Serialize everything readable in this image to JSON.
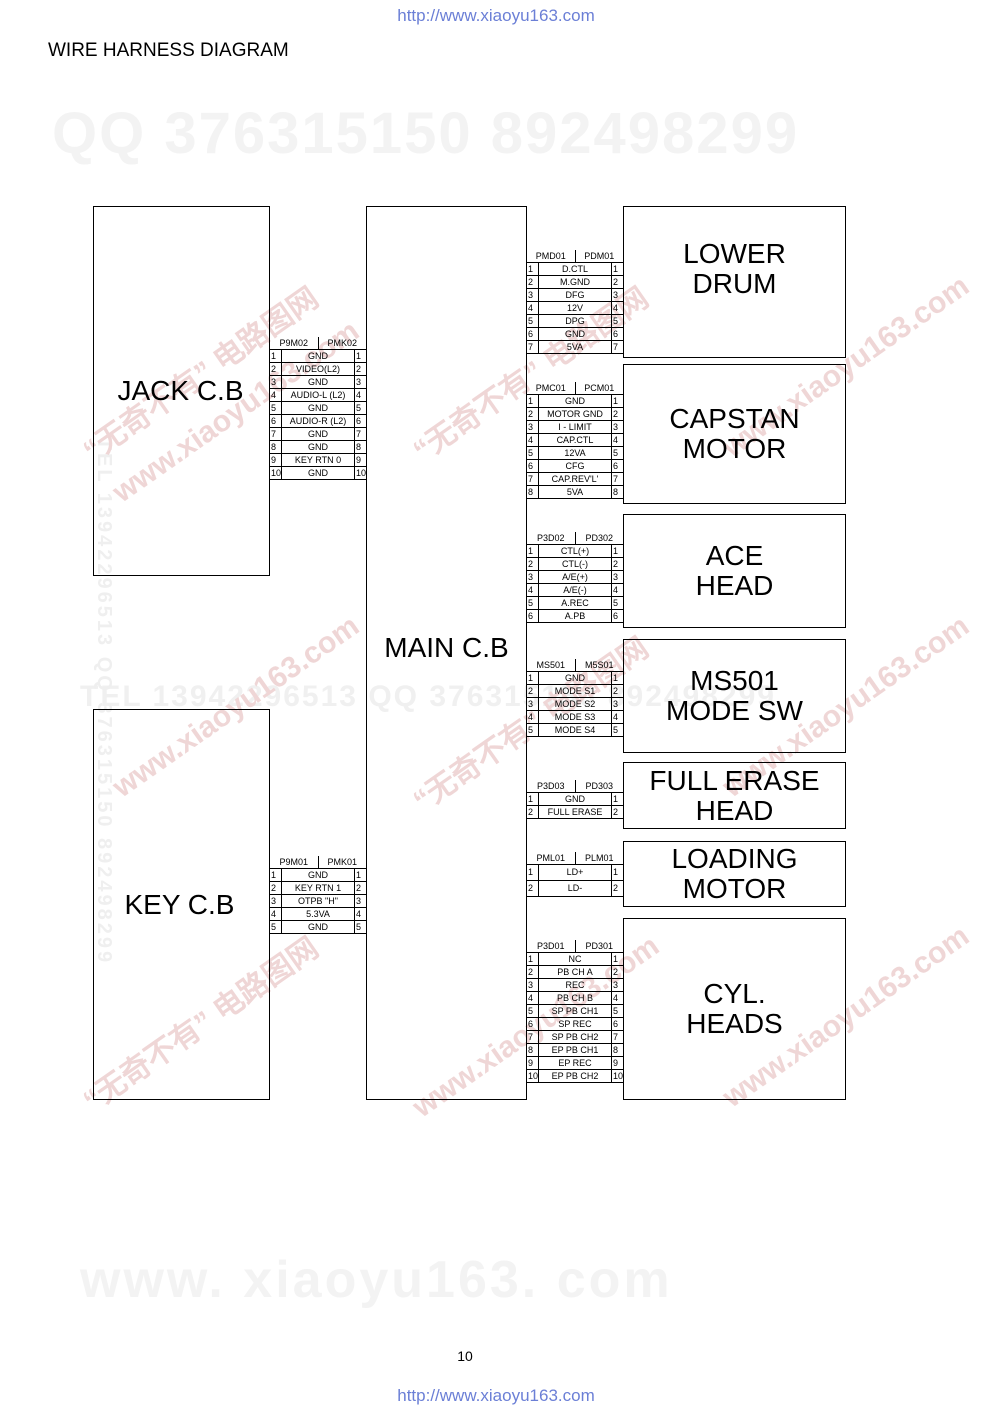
{
  "header": {
    "url": "http://www.xiaoyu163.com",
    "title": "WIRE HARNESS DIAGRAM"
  },
  "footer": {
    "page_number": "10",
    "url": "http://www.xiaoyu163.com"
  },
  "watermarks": {
    "qq": "QQ 376315150  892498299",
    "www": "www. xiaoyu163. com",
    "tel": "TEL 13942296513  QQ 376315150  892498299",
    "side": "TEL 13942296513  QQ 376315150  892498299",
    "diag_cn": "“无奇不有” 电路图网",
    "diag_url": "www.xiaoyu163.com"
  },
  "boards": {
    "jack": "JACK C.B",
    "key": "KEY C.B",
    "main": "MAIN C.B",
    "lower_drum": "LOWER\nDRUM",
    "capstan": "CAPSTAN\nMOTOR",
    "ace": "ACE\nHEAD",
    "ms501": "MS501\nMODE SW",
    "full_erase": "FULL ERASE\nHEAD",
    "loading": "LOADING\nMOTOR",
    "cyl": "CYL.\nHEADS"
  },
  "connectors": {
    "jack": {
      "left": "P9M02",
      "right": "PMK02",
      "rows": [
        "GND",
        "VIDEO(L2)",
        "GND",
        "AUDIO-L (L2)",
        "GND",
        "AUDIO-R (L2)",
        "GND",
        "GND",
        "KEY RTN 0",
        "GND"
      ]
    },
    "key": {
      "left": "P9M01",
      "right": "PMK01",
      "rows": [
        "GND",
        "KEY RTN 1",
        "OTPB \"H\"",
        "5.3VA",
        "GND"
      ]
    },
    "drum": {
      "left": "PMD01",
      "right": "PDM01",
      "rows": [
        "D.CTL",
        "M.GND",
        "DFG",
        "12V",
        "DPG",
        "GND",
        "5VA"
      ]
    },
    "capstan": {
      "left": "PMC01",
      "right": "PCM01",
      "rows": [
        "GND",
        "MOTOR GND",
        "I - LIMIT",
        "CAP.CTL",
        "12VA",
        "CFG",
        "CAP.REV'L'",
        "5VA"
      ]
    },
    "ace": {
      "left": "P3D02",
      "right": "PD302",
      "rows": [
        "CTL(+)",
        "CTL(-)",
        "A/E(+)",
        "A/E(-)",
        "A.REC",
        "A.PB"
      ]
    },
    "ms501": {
      "left": "MS501",
      "right": "M5S01",
      "rows": [
        "GND",
        "MODE S1",
        "MODE S2",
        "MODE S3",
        "MODE S4"
      ]
    },
    "erase": {
      "left": "P3D03",
      "right": "PD303",
      "rows": [
        "GND",
        "FULL ERASE"
      ]
    },
    "loading": {
      "left": "PML01",
      "right": "PLM01",
      "rows": [
        "LD+",
        "LD-"
      ]
    },
    "cyl": {
      "left": "P3D01",
      "right": "PD301",
      "rows": [
        "NC",
        "PB CH A",
        "REC",
        "PB CH B",
        "SP PB CH1",
        "SP REC",
        "SP PB CH2",
        "EP PB CH1",
        "EP REC",
        "EP PB CH2"
      ]
    }
  }
}
